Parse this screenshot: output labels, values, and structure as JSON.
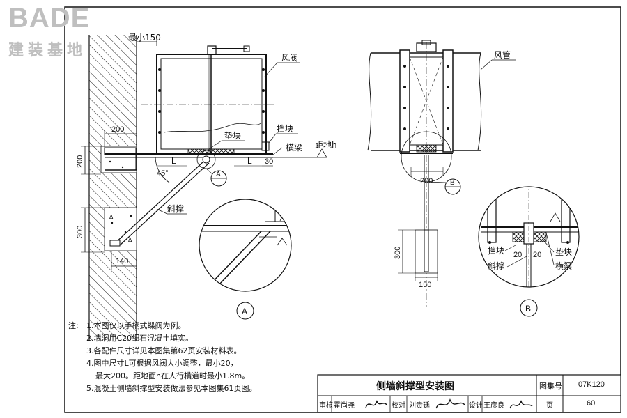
{
  "watermark": {
    "brand": "BADE",
    "subtitle": "建装基地"
  },
  "labels": {
    "min150": "最小150",
    "air_valve": "风阀",
    "air_duct": "风管",
    "pad_block": "垫块",
    "stop_block": "挡块",
    "crossbeam": "横梁",
    "height_h": "距地h",
    "brace": "斜撑",
    "angle": "45°",
    "L": "L",
    "detail_a": "A",
    "detail_b": "B"
  },
  "dims": {
    "d200_top": "200",
    "d200_side": "200",
    "d300": "300",
    "d140": "140",
    "d30": "30",
    "b200": "200",
    "b300": "300",
    "b150": "150",
    "b20a": "20",
    "b20b": "20"
  },
  "notes": {
    "prefix": "注:",
    "items": [
      "1.本图仅以手柄式蝶阀为例。",
      "2.墙洞用C20细石混凝土填实。",
      "3.各配件尺寸详见本图集第62页安装材料表。",
      "4.图中尺寸L可根据风阀大小调整，最小20，",
      "最大200。距地面h在人行横道时最小1.8m。",
      "5.混凝土侧墙斜撑型安装做法参见本图集61页图。"
    ]
  },
  "title_block": {
    "title": "侧墙斜撑型安装图",
    "atlas_label": "图集号",
    "atlas_no": "07K120",
    "review_label": "审核",
    "reviewer": "霍尚尧",
    "check_label": "校对",
    "checker": "刘贵廷",
    "design_label": "设计",
    "designer": "王彦良",
    "page_label": "页",
    "page_no": "60"
  },
  "colors": {
    "line": "#111111",
    "watermark": "#bfbfbf"
  }
}
